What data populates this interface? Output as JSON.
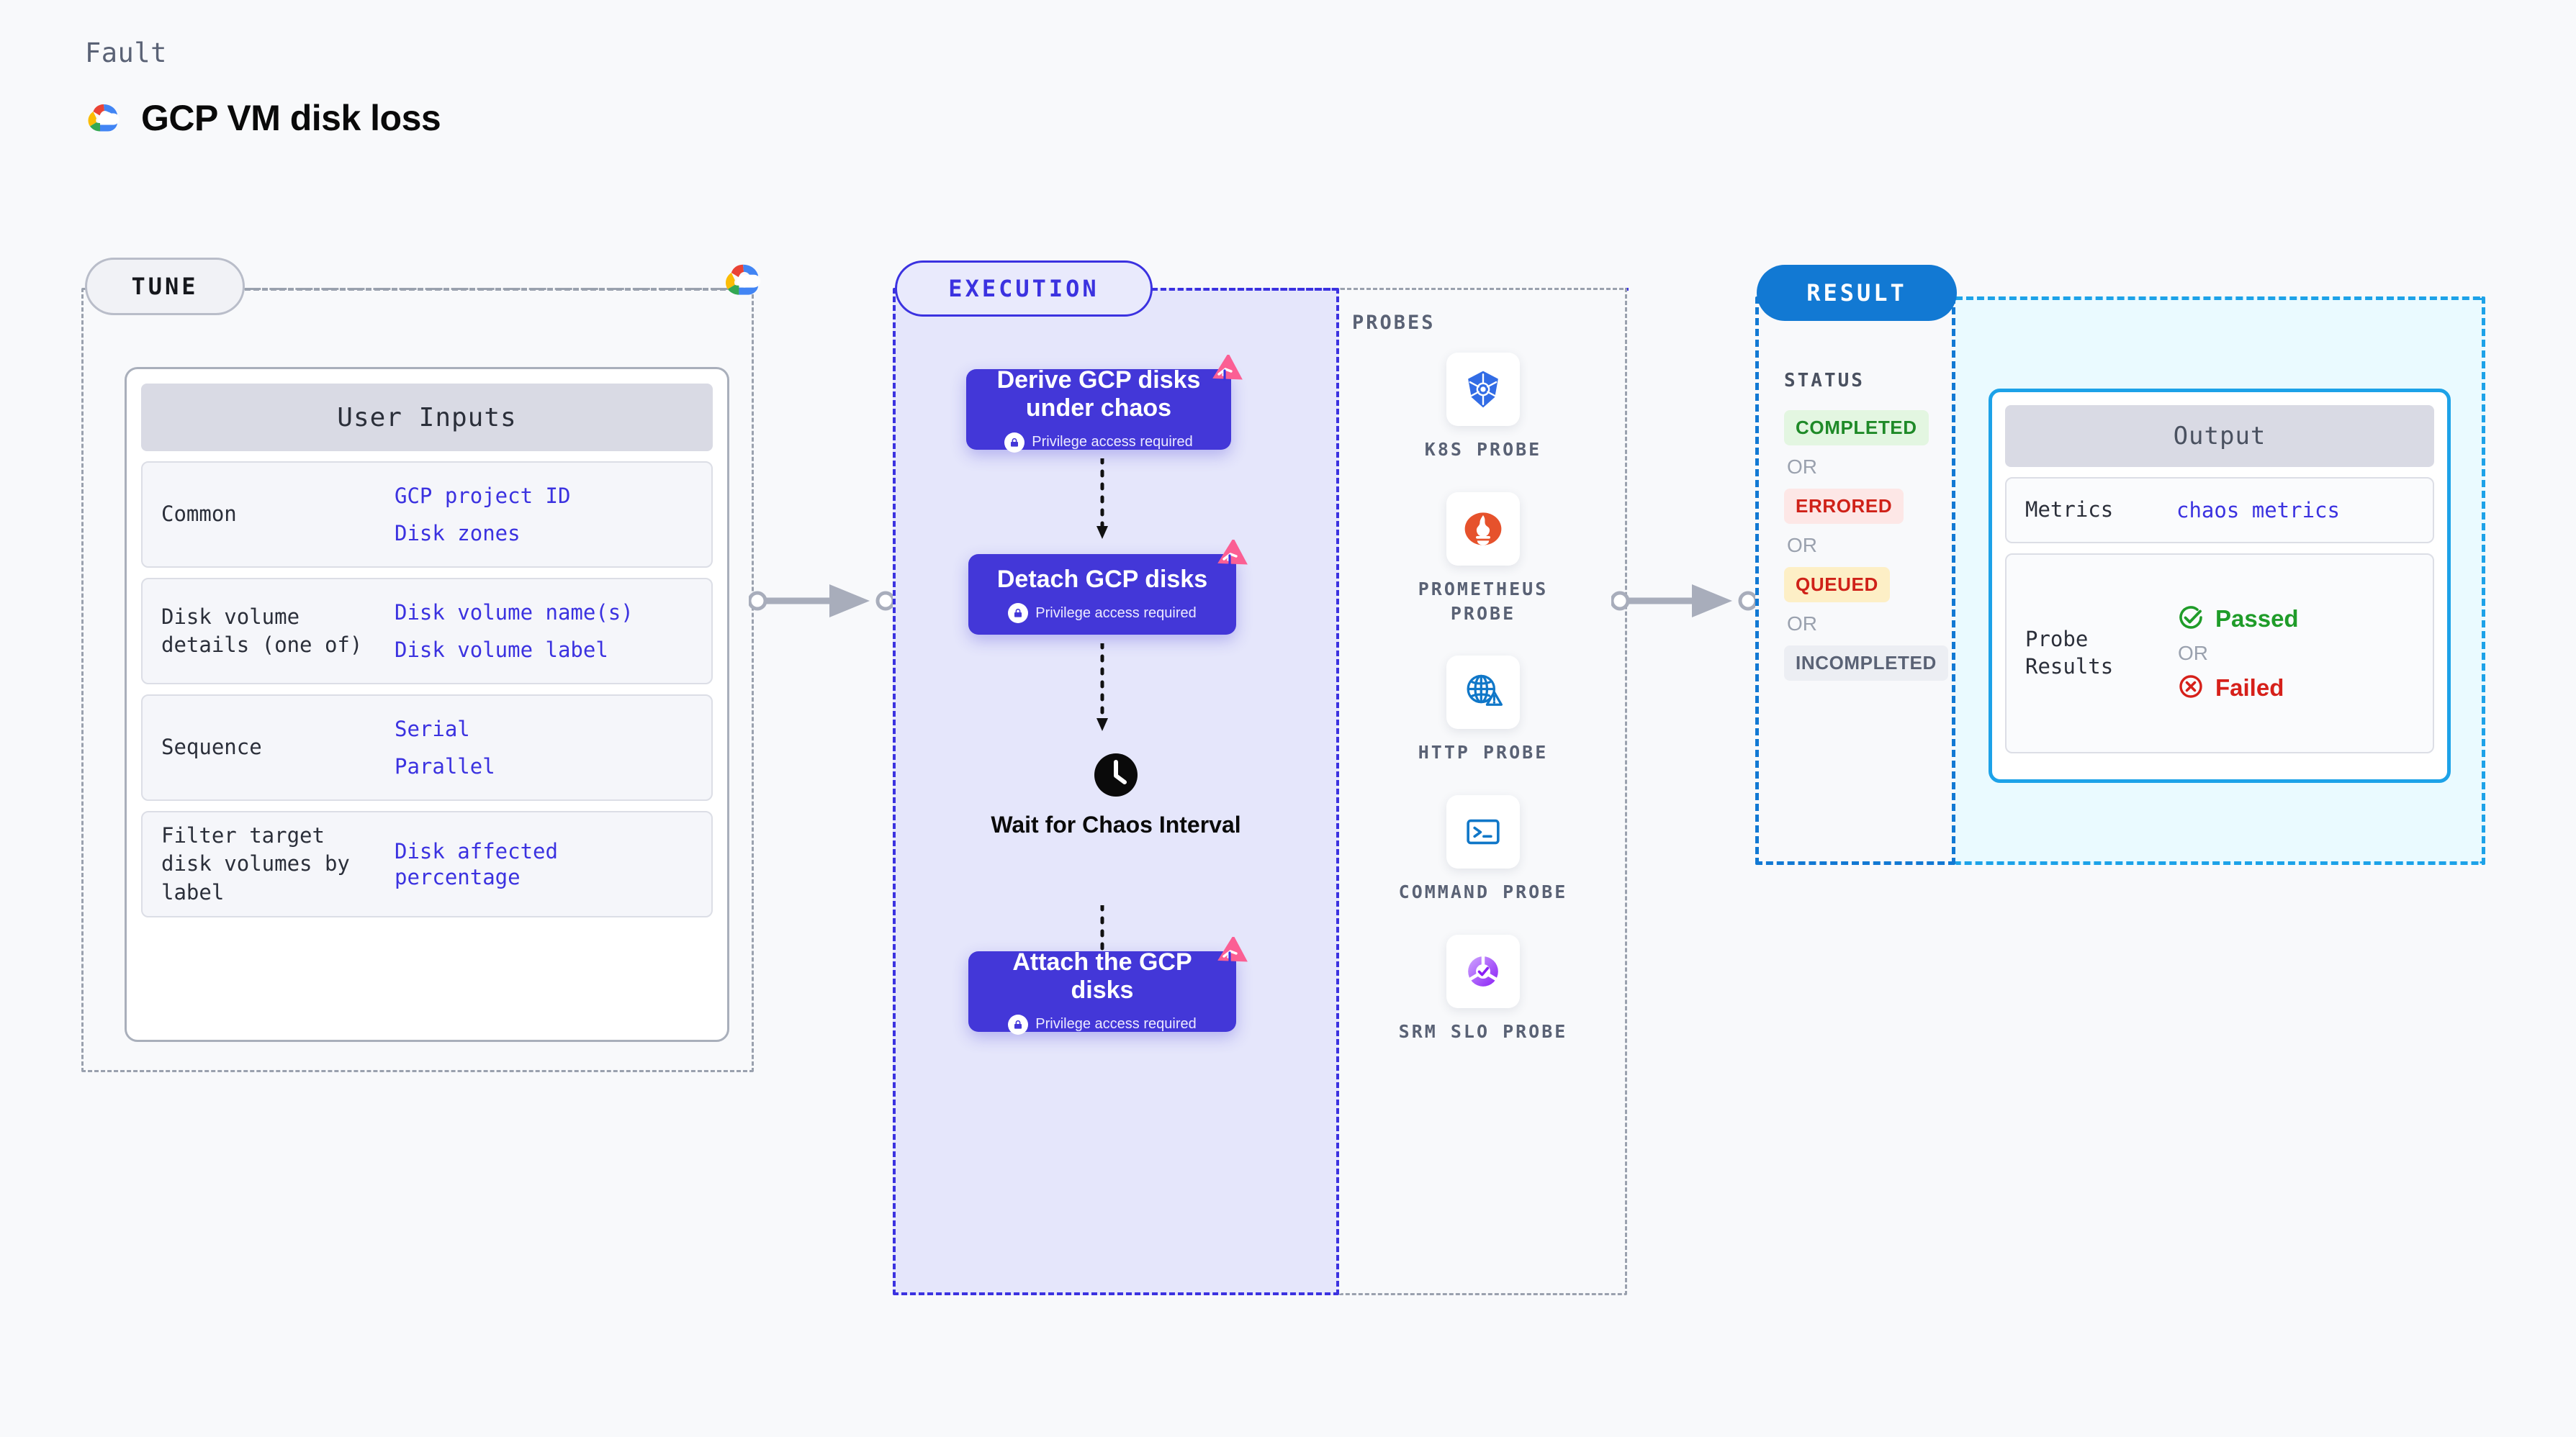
{
  "header": {
    "eyebrow": "Fault",
    "title": "GCP VM disk loss",
    "logo_icon": "gcp-cloud-icon"
  },
  "tune": {
    "pill_label": "TUNE",
    "provider_icon": "gcp-cloud-icon",
    "user_inputs": {
      "title": "User Inputs",
      "rows": [
        {
          "label": "Common",
          "values": [
            "GCP project ID",
            "Disk zones"
          ]
        },
        {
          "label": "Disk volume details (one of)",
          "values": [
            "Disk volume name(s)",
            "Disk volume label"
          ]
        },
        {
          "label": "Sequence",
          "values": [
            "Serial",
            "Parallel"
          ]
        },
        {
          "label": "Filter target disk volumes by label",
          "values": [
            "Disk affected percentage"
          ]
        }
      ]
    }
  },
  "execution": {
    "pill_label": "EXECUTION",
    "steps": [
      {
        "title": "Derive GCP disks under chaos",
        "privilege": "Privilege access required",
        "lock_icon": "lock-icon",
        "flag_icon": "chaos-flag-icon"
      },
      {
        "title": "Detach GCP disks",
        "privilege": "Privilege access required",
        "lock_icon": "lock-icon",
        "flag_icon": "chaos-flag-icon"
      },
      {
        "title": "Attach the GCP disks",
        "privilege": "Privilege access required",
        "lock_icon": "lock-icon",
        "flag_icon": "chaos-flag-icon"
      }
    ],
    "wait_node": {
      "label": "Wait for Chaos Interval",
      "icon": "clock-icon"
    }
  },
  "probes": {
    "section_label": "PROBES",
    "items": [
      {
        "name": "K8S PROBE",
        "icon": "kubernetes-icon"
      },
      {
        "name": "PROMETHEUS PROBE",
        "icon": "prometheus-icon"
      },
      {
        "name": "HTTP PROBE",
        "icon": "globe-warning-icon"
      },
      {
        "name": "COMMAND PROBE",
        "icon": "terminal-icon"
      },
      {
        "name": "SRM SLO PROBE",
        "icon": "srm-slo-icon"
      }
    ]
  },
  "result": {
    "pill_label": "RESULT",
    "status_label": "STATUS",
    "or_label": "OR",
    "statuses": [
      {
        "label": "COMPLETED",
        "bg": "#e3f6e1",
        "fg": "#1f8a28"
      },
      {
        "label": "ERRORED",
        "bg": "#fde7e6",
        "fg": "#cf2118"
      },
      {
        "label": "QUEUED",
        "bg": "#fdefc6",
        "fg": "#cf2118"
      },
      {
        "label": "INCOMPLETED",
        "bg": "#eceef3",
        "fg": "#5a6275"
      }
    ],
    "output": {
      "title": "Output",
      "metrics_label": "Metrics",
      "metrics_value": "chaos metrics",
      "probe_results_label": "Probe Results",
      "passed_label": "Passed",
      "failed_label": "Failed",
      "or_label": "OR",
      "passed_icon": "check-circle-icon",
      "failed_icon": "x-circle-icon"
    }
  },
  "colors": {
    "accent_indigo": "#3b32e0",
    "card_indigo": "#4337d8",
    "result_blue": "#1279d3",
    "output_cyan": "#1da2e8",
    "flag_pink": "#fb5f94",
    "passed_green": "#1f9c29",
    "failed_red": "#d6201a"
  }
}
